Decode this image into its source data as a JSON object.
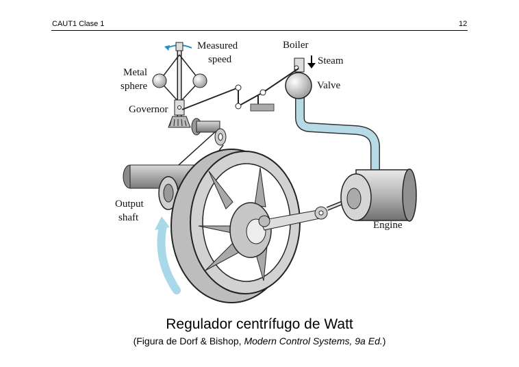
{
  "header": {
    "left": "CAUT1 Clase 1",
    "page_number": "12"
  },
  "diagram": {
    "labels": {
      "measured_speed_1": "Measured",
      "measured_speed_2": "speed",
      "boiler": "Boiler",
      "steam": "Steam",
      "valve": "Valve",
      "metal_sphere_1": "Metal",
      "metal_sphere_2": "sphere",
      "governor": "Governor",
      "output_shaft_1": "Output",
      "output_shaft_2": "shaft",
      "engine": "Engine"
    },
    "colors": {
      "pipe": "#b7dbe6",
      "arrow": "#a9d8e8",
      "metal": "#c9c9c9",
      "outline": "#222222"
    }
  },
  "caption": {
    "title": "Regulador centrífugo de Watt",
    "subtitle_prefix": "(Figura de Dorf & Bishop, ",
    "subtitle_italic": "Modern Control Systems, 9a Ed.",
    "subtitle_suffix": ")"
  }
}
